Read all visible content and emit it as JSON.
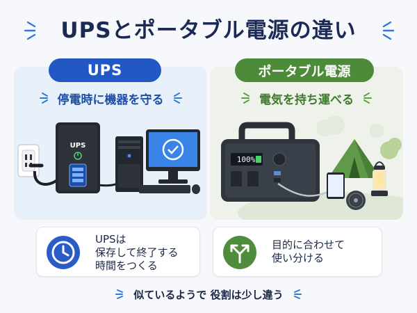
{
  "title": "UPSとポータブル電源の違い",
  "ups": {
    "label": "UPS",
    "subtitle": "停電時に機器を守る",
    "device_label": "UPS",
    "card_lines": [
      "UPSは",
      "保存して終了する",
      "時間をつくる"
    ],
    "card_icon": "clock-icon"
  },
  "portable": {
    "label": "ポータブル電源",
    "subtitle": "電気を持ち運べる",
    "display_value": "100%",
    "card_lines": [
      "目的に合わせて",
      "使い分ける"
    ],
    "card_icon": "split-arrow-icon"
  },
  "footer": "似ているようで 役割は少し違う",
  "colors": {
    "ups_accent": "#2158c4",
    "portable_accent": "#4d8a3a",
    "title": "#1a2a55"
  }
}
